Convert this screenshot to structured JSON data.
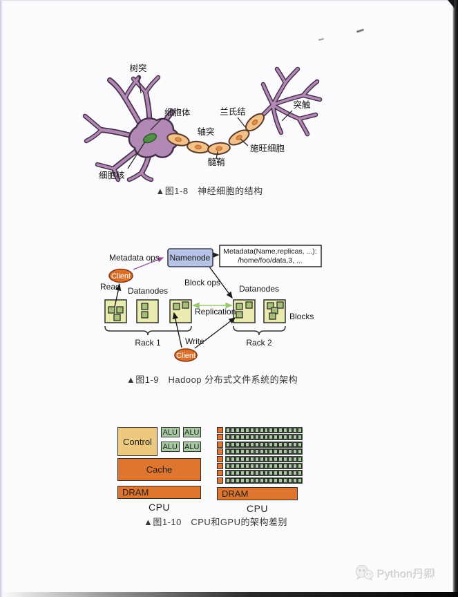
{
  "watermark": {
    "text": "Python丹卿",
    "icon": "wechat-icon"
  },
  "fig8": {
    "caption": "▲图1-8　神经细胞的结构",
    "labels": {
      "dendrite": "树突",
      "soma": "细胞体",
      "axon": "轴突",
      "node_of_ranvier": "兰氏结",
      "synapse": "突触",
      "schwann_cell": "施旺细胞",
      "myelin": "髓鞘",
      "nucleus": "细胞核"
    }
  },
  "fig9": {
    "caption": "▲图1-9　Hadoop 分布式文件系统的架构",
    "namenode": "Namenode",
    "metadata_line1": "Metadata(Name,replicas, ...):",
    "metadata_line2": "/home/foo/data,3, ...",
    "metadata_ops": "Metadata ops",
    "block_ops": "Block ops",
    "read": "Read",
    "write": "Write",
    "replication": "Replication",
    "datanodes_left": "Datanodes",
    "datanodes_right": "Datanodes",
    "blocks": "Blocks",
    "rack1": "Rack 1",
    "rack2": "Rack 2",
    "client_top": "Client",
    "client_bottom": "Client",
    "datanode_blocks": [
      [
        [
          5,
          10
        ],
        [
          17,
          10
        ],
        [
          13,
          21
        ]
      ],
      [
        [
          7,
          5
        ],
        [
          7,
          17
        ]
      ],
      [
        [
          5,
          5
        ],
        [
          18,
          3
        ]
      ],
      [
        [
          4,
          5
        ],
        [
          18,
          3
        ],
        [
          4,
          17
        ]
      ],
      [
        [
          5,
          4
        ],
        [
          19,
          3
        ],
        [
          11,
          11
        ],
        [
          8,
          19
        ]
      ]
    ]
  },
  "fig10": {
    "caption": "▲图1-10　CPU和GPU的架构差别",
    "control": "Control",
    "alu": "ALU",
    "cache": "Cache",
    "dram_cpu": "DRAM",
    "dram_gpu": "DRAM",
    "cpu_label": "CPU",
    "gpu_label": "CPU",
    "gpu_grid": {
      "rows": 8,
      "cols": 16
    }
  },
  "colors": {
    "neuron_purple": "#b288b4",
    "neuron_outline": "#45304a",
    "myelin_orange": "#f3c28b",
    "myelin_dot": "#e08c42",
    "nucleus_green": "#4f8f46",
    "namenode_blue": "#b7c3e6",
    "client_orange": "#d8702c",
    "datanode_yellow": "#e9ecae",
    "block_green": "#a7c077",
    "replication_green": "#9bc86a",
    "metadata_ops_purple": "#9b4f9b",
    "chip_orange": "#df7630",
    "control_tan": "#ecc97e",
    "alu_green": "#a9c9a2"
  }
}
